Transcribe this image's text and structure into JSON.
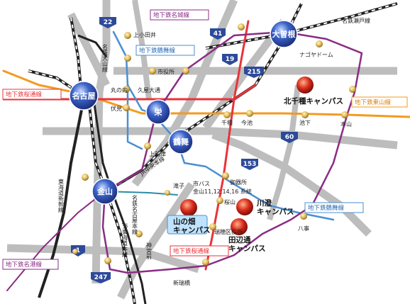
{
  "roads": {
    "r22": "22",
    "r41": "41",
    "r19": "19",
    "r215": "215",
    "r60": "60",
    "r153": "153",
    "r1": "1",
    "r247": "247"
  },
  "hubs": {
    "nagoya": "名古屋",
    "sakae": "栄",
    "tsurumai": "鶴舞",
    "kanayama": "金山",
    "ozone": "大曽根"
  },
  "line_labels": {
    "meijo": "地下鉄名城線",
    "tsurumai_line": "地下鉄鶴舞線",
    "sakuradori": "地下鉄桜通線",
    "higashiyama": "地下鉄東山線",
    "tsurumai_line_east": "地下鉄鶴舞線",
    "sakuradori_south": "地下鉄桜通線",
    "meiko": "地下鉄名港線",
    "meitetsu_seto": "名鉄瀬戸線",
    "meitetsu_inuyama": "名鉄犬山線",
    "jr_chuo": "JR中央本線",
    "tokaido_shinkansen": "東海道新幹線",
    "meitetsu_nagoya": "名鉄名古屋本線",
    "jr_tokaido": "JR東海道本線"
  },
  "stations": {
    "kamiotai": "上小田井",
    "shiyakusho": "市役所",
    "marunouchi": "丸の内",
    "hisayaodori": "久屋大通",
    "fushimi": "伏見",
    "nagoya_dome": "ナゴヤドーム",
    "chikusa": "千種",
    "imaike": "今池",
    "ikeshita": "池下",
    "motoyama": "本山",
    "kamimaezu": "上前津",
    "gokiso": "御器所",
    "sakurayama": "桜山",
    "mizuho_kuyakusho": "瑞穂区役所",
    "jingumae": "神宮前",
    "shinmizuhobashi": "新瑞橋",
    "yagoto": "八事",
    "takiko": "滝子"
  },
  "bus": {
    "label": "市バス",
    "routes": "金山11,12,14,16 系統"
  },
  "campuses": {
    "kitachikusa": "北千種キャンパス",
    "kawana": "川澄\nキャンパス",
    "tanabedori": "田辺通\nキャンパス",
    "yamanohata": "山の畑\nキャンパス"
  },
  "colors": {
    "meijo": "#8a2c84",
    "sakuradori": "#e8333a",
    "higashiyama": "#f39a1f",
    "tsurumai": "#4a8fd0",
    "road": "#b9b9b9",
    "hub_blue": "#3b62c9",
    "campus_red": "#d62a1b"
  }
}
